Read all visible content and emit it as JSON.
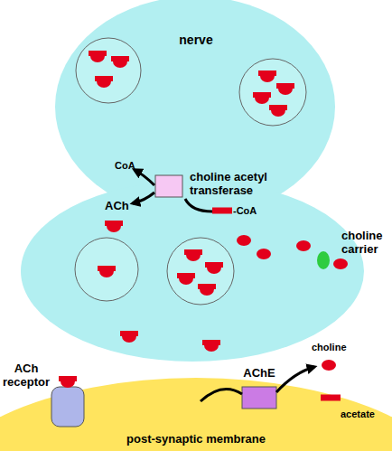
{
  "diagram": {
    "nodes": [
      {
        "text": [
          "nerve"
        ]
      },
      {
        "text": [
          "choline acetyl transferase"
        ],
        "in": 0
      },
      {
        "text": [
          "choline carrier"
        ]
      },
      {
        "text": [
          "ACh receptor"
        ]
      },
      {
        "text": [
          "AChE"
        ]
      },
      {
        "text": [
          "post-synaptic membrane"
        ]
      }
    ],
    "labels": [
      "CoA",
      "ACh",
      "-CoA",
      "choline",
      "acetate"
    ]
  }
}
